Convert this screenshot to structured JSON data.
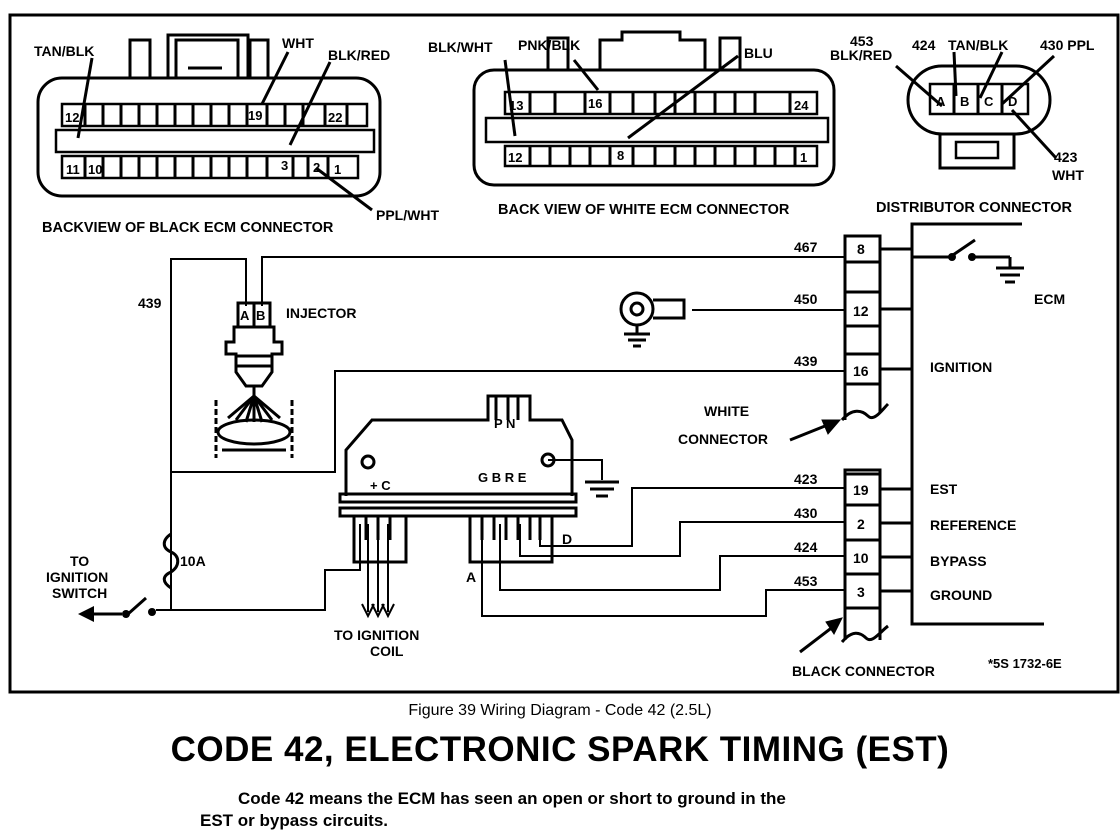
{
  "connectors": {
    "black_ecm": {
      "caption": "BACKVIEW OF BLACK ECM CONNECTOR",
      "labels": {
        "tan_blk": "TAN/BLK",
        "wht": "WHT",
        "blk_red": "BLK/RED",
        "ppl_wht": "PPL/WHT"
      },
      "pins": {
        "p12": "12",
        "p19": "19",
        "p22": "22",
        "p11": "11",
        "p10": "10",
        "p3": "3",
        "p2": "2",
        "p1": "1"
      }
    },
    "white_ecm": {
      "caption": "BACK VIEW OF WHITE ECM CONNECTOR",
      "labels": {
        "blk_wht": "BLK/WHT",
        "pnk_blk": "PNK/BLK",
        "blu": "BLU"
      },
      "pins": {
        "p13": "13",
        "p16": "16",
        "p24": "24",
        "p12": "12",
        "p8": "8",
        "p1": "1"
      }
    },
    "distributor": {
      "caption": "DISTRIBUTOR CONNECTOR",
      "labels": {
        "c453": "453",
        "blk_red": "BLK/RED",
        "c424": "424",
        "tan_blk": "TAN/BLK",
        "c430": "430 PPL",
        "c423": "423",
        "wht": "WHT"
      },
      "pins": {
        "a": "A",
        "b": "B",
        "c": "C",
        "d": "D"
      }
    }
  },
  "circuits": {
    "c467": "467",
    "c450": "450",
    "c439a": "439",
    "c439b": "439",
    "c423": "423",
    "c430": "430",
    "c424": "424",
    "c453": "453"
  },
  "ecm_terminals": {
    "t8": "8",
    "t12": "12",
    "t16": "16",
    "t19": "19",
    "t2": "2",
    "t10": "10",
    "t3": "3"
  },
  "labels": {
    "injector": "INJECTOR",
    "injector_a": "A",
    "injector_b": "B",
    "ecm": "ECM",
    "ignition": "IGNITION",
    "white_connector_1": "WHITE",
    "white_connector_2": "CONNECTOR",
    "est": "EST",
    "reference": "REFERENCE",
    "bypass": "BYPASS",
    "ground": "GROUND",
    "black_connector": "BLACK CONNECTOR",
    "part_number": "*5S 1732-6E",
    "fuse": "10A",
    "to_ignition_switch_1": "TO",
    "to_ignition_switch_2": "IGNITION",
    "to_ignition_switch_3": "SWITCH",
    "to_ignition_coil_1": "TO IGNITION",
    "to_ignition_coil_2": "COIL",
    "module_pn": "P N",
    "module_plus_c": "+ C",
    "module_gbre": "G B R E",
    "module_a": "A",
    "module_d": "D"
  },
  "figure_caption": "Figure 39 Wiring Diagram - Code 42 (2.5L)",
  "title": "CODE 42, ELECTRONIC SPARK TIMING (EST)",
  "description_line1": "Code 42 means the ECM has seen an open or short to ground in the",
  "description_line2": "EST or bypass circuits."
}
